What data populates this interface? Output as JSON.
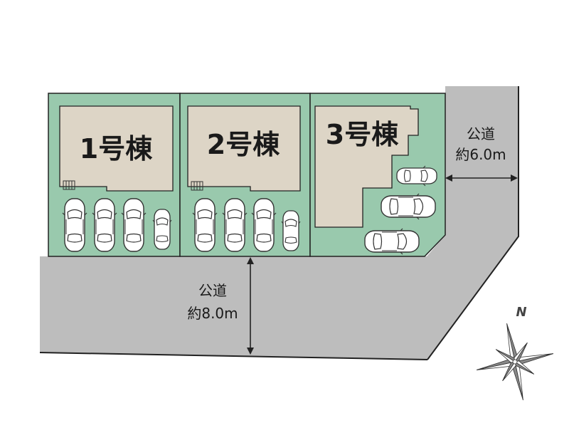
{
  "lots": [
    {
      "label": "1号棟",
      "parking_spaces": 4
    },
    {
      "label": "2号棟",
      "parking_spaces": 4
    },
    {
      "label": "3号棟",
      "parking_spaces": 3
    }
  ],
  "roads": {
    "east": {
      "name": "公道",
      "width": "約6.0m"
    },
    "south": {
      "name": "公道",
      "width": "約8.0m"
    }
  },
  "compass": {
    "label": "N"
  },
  "colors": {
    "lot_fill": "#99c9ad",
    "house_fill": "#ddd5c6",
    "road_fill": "#bdbdbd",
    "outline": "#222222"
  }
}
